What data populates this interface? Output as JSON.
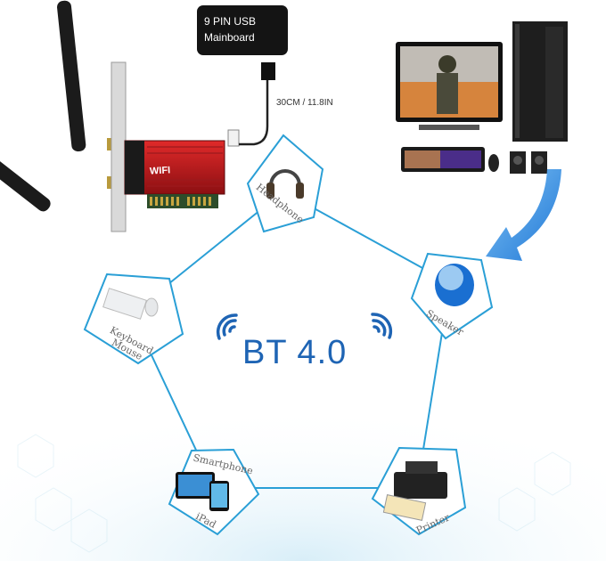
{
  "usb_callout": {
    "line1": "9 PIN USB",
    "line2": "Mainboard"
  },
  "cable_length": "30CM / 11.8IN",
  "card_label": "WIFI",
  "hub_title": "BT 4.0",
  "devices": {
    "headphone": "Headphone",
    "speaker": "Speaker",
    "keyboard": "Keyboard",
    "mouse": "Mouse",
    "smartphone": "Smartphone",
    "ipad": "iPad",
    "printer": "Printer"
  },
  "colors": {
    "accent_blue": "#1e64b4",
    "connector_line": "#2a9fd6",
    "arrow_blue": "#2f8ee0",
    "card_red": "#c0181c"
  }
}
